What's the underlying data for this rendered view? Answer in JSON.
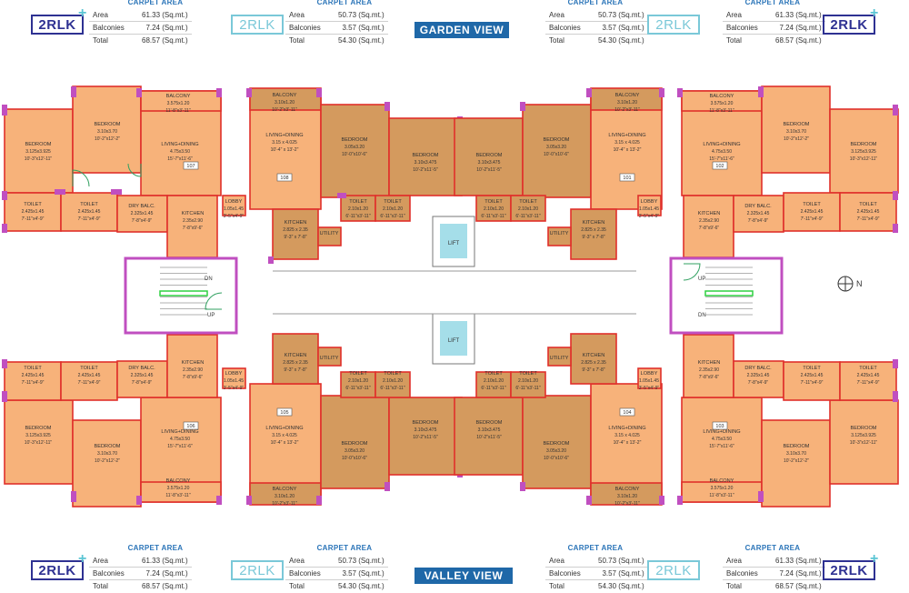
{
  "top_views": {
    "title": "GARDEN VIEW"
  },
  "bottom_views": {
    "title": "VALLEY VIEW"
  },
  "legend_header": "CARPET AREA",
  "legend_labels": {
    "area": "Area",
    "balconies": "Balconies",
    "total": "Total"
  },
  "unit_types": {
    "plus": "2RLK",
    "plain": "2RLK"
  },
  "legends": {
    "tl": {
      "area": "61.33 (Sq.mt.)",
      "balconies": "7.24 (Sq.mt.)",
      "total": "68.57 (Sq.mt.)"
    },
    "tc1": {
      "area": "50.73 (Sq.mt.)",
      "balconies": "3.57 (Sq.mt.)",
      "total": "54.30 (Sq.mt.)"
    },
    "tc2": {
      "area": "50.73 (Sq.mt.)",
      "balconies": "3.57 (Sq.mt.)",
      "total": "54.30 (Sq.mt.)"
    },
    "tr": {
      "area": "61.33 (Sq.mt.)",
      "balconies": "7.24 (Sq.mt.)",
      "total": "68.57 (Sq.mt.)"
    },
    "bl": {
      "area": "61.33 (Sq.mt.)",
      "balconies": "7.24 (Sq.mt.)",
      "total": "68.57 (Sq.mt.)"
    },
    "bc1": {
      "area": "50.73 (Sq.mt.)",
      "balconies": "3.57 (Sq.mt.)",
      "total": "54.30 (Sq.mt.)"
    },
    "bc2": {
      "area": "50.73 (Sq.mt.)",
      "balconies": "3.57 (Sq.mt.)",
      "total": "54.30 (Sq.mt.)"
    },
    "br": {
      "area": "61.33 (Sq.mt.)",
      "balconies": "7.24 (Sq.mt.)",
      "total": "68.57 (Sq.mt.)"
    }
  },
  "plan": {
    "north": "N",
    "lift": "LIFT",
    "up": "UP",
    "dn": "DN",
    "rooms": {
      "balcony": "BALCONY",
      "bedroom": "BEDROOM",
      "living": "LIVING+DINING",
      "toilet": "TOILET",
      "drybalc": "DRY BALC.",
      "kitchen": "KITCHEN",
      "lobby": "LOBBY",
      "utility": "UTILITY"
    },
    "dims": {
      "bal_a": "3.575x1.20",
      "bal_a_ft": "11'-8\"x3'-11\"",
      "bal_b": "3.10x1.20",
      "bal_b_ft": "10'-2\"x3'-11\"",
      "bed_a": "3.125x3.925",
      "bed_a_ft": "10'-3\"x12'-11\"",
      "bed_b": "3.10x3.70",
      "bed_b_ft": "10'-2\"x12'-2\"",
      "bed_c": "3.05x3.20",
      "bed_c_ft": "10'-0\"x10'-6\"",
      "bed_d": "3.10x3.475",
      "bed_d_ft": "10'-2\"x11'-5\"",
      "liv_a": "4.75x3.50",
      "liv_a_ft": "15'-7\"x11'-6\"",
      "liv_b": "3.15 x 4.025",
      "liv_b_ft": "10'-4\" x 13'-2\"",
      "toi_a": "2.425x1.45",
      "toi_a_ft": "7'-11\"x4'-9\"",
      "toi_b": "2.10x1.20",
      "toi_b_ft": "6'-11\"x3'-11\"",
      "dry": "2.325x1.45",
      "dry_ft": "7'-8\"x4'-9\"",
      "kit_a": "2.35x2.90",
      "kit_a_ft": "7'-8\"x9'-6\"",
      "kit_b": "2.825 x 2.35",
      "kit_b_ft": "9'-3\" x 7'-8\"",
      "lob": "1.05x1.45",
      "lob_ft": "3'-5\"x4'-9\""
    },
    "unit_numbers": {
      "u101": "101",
      "u102": "102",
      "u103": "103",
      "u104": "104",
      "u105": "105",
      "u106": "106",
      "u107": "107",
      "u108": "108"
    }
  },
  "colors": {
    "wall": "#e0302b",
    "column": "#c04fc0",
    "room_light": "#f7b27a",
    "room_dark": "#d49a5e",
    "lift": "#7fd0e0",
    "accent": "#1f68a8",
    "door": "#30a060"
  }
}
